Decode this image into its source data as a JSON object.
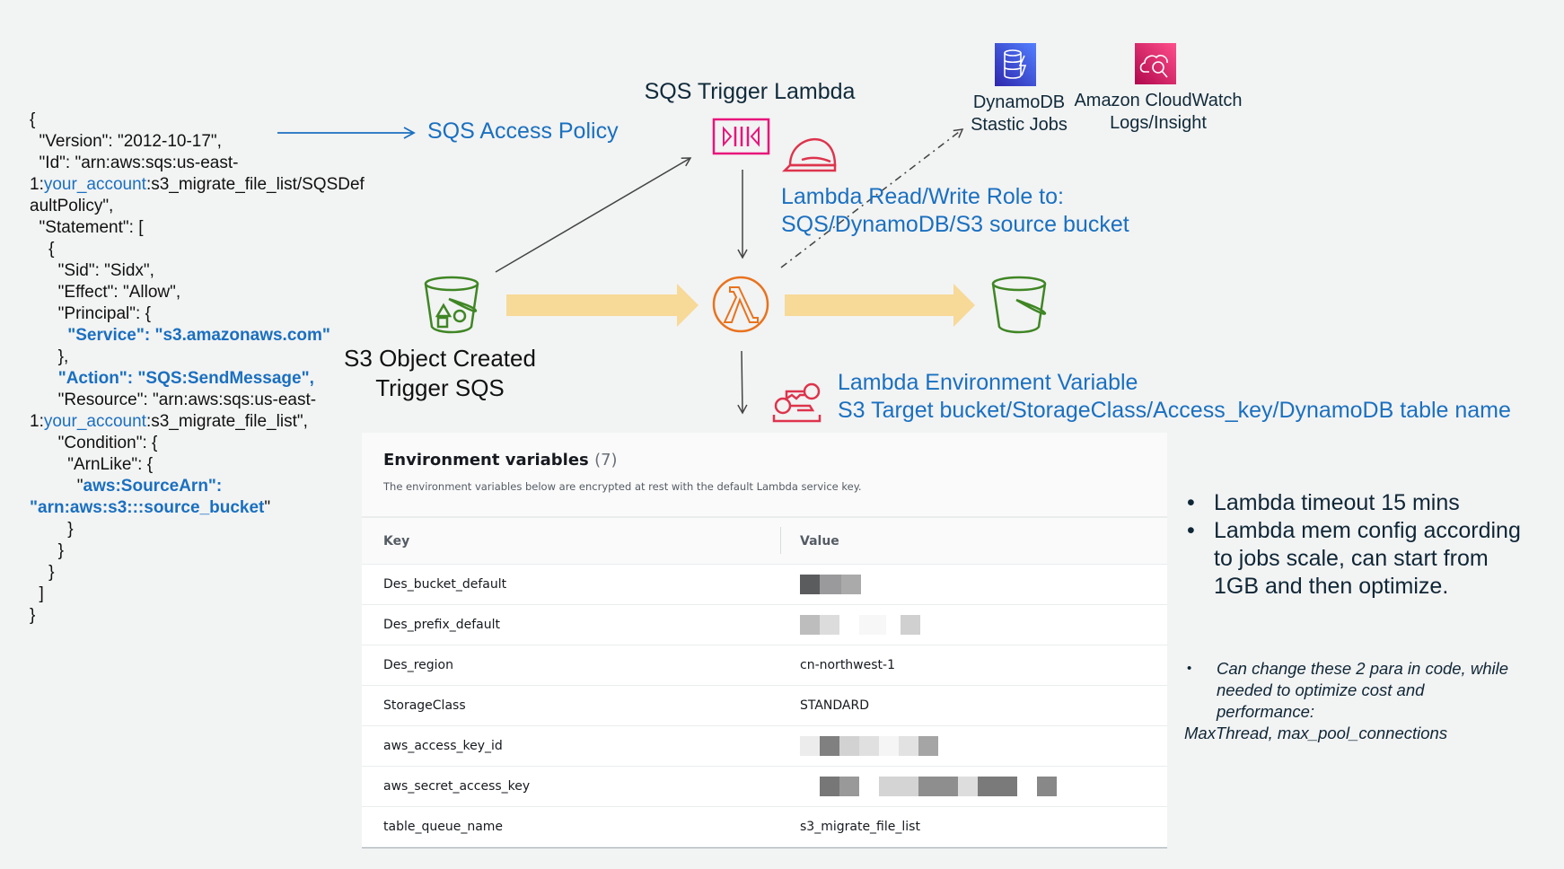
{
  "policy": {
    "lines": [
      [
        {
          "t": "{"
        }
      ],
      [
        {
          "t": "  \"Version\": \"2012-10-17\","
        }
      ],
      [
        {
          "t": "  \"Id\": \"arn:aws:sqs:us-east-"
        }
      ],
      [
        {
          "t": "1:"
        },
        {
          "t": "your_account",
          "hl": "link"
        },
        {
          "t": ":s3_migrate_file_list/SQSDef"
        }
      ],
      [
        {
          "t": "aultPolicy\","
        }
      ],
      [
        {
          "t": "  \"Statement\": ["
        }
      ],
      [
        {
          "t": "    {"
        }
      ],
      [
        {
          "t": "      \"Sid\": \"Sidx\","
        }
      ],
      [
        {
          "t": "      \"Effect\": \"Allow\","
        }
      ],
      [
        {
          "t": "      \"Principal\": {"
        }
      ],
      [
        {
          "t": "        "
        },
        {
          "t": "\"Service\": \"s3.amazonaws.com\"",
          "hl": "bold"
        }
      ],
      [
        {
          "t": "      },"
        }
      ],
      [
        {
          "t": "      "
        },
        {
          "t": "\"Action\": \"SQS:SendMessage\",",
          "hl": "bold"
        }
      ],
      [
        {
          "t": "      \"Resource\": \"arn:aws:sqs:us-east-"
        }
      ],
      [
        {
          "t": "1:"
        },
        {
          "t": "your_account",
          "hl": "link"
        },
        {
          "t": ":s3_migrate_file_list\","
        }
      ],
      [
        {
          "t": "      \"Condition\": {"
        }
      ],
      [
        {
          "t": "        \"ArnLike\": {"
        }
      ],
      [
        {
          "t": "          \""
        },
        {
          "t": "aws:SourceArn\":",
          "hl": "bold"
        }
      ],
      [
        {
          "t": "\"arn:aws:s3:::source_bucket",
          "hl": "bold"
        },
        {
          "t": "\""
        }
      ],
      [
        {
          "t": "        }"
        }
      ],
      [
        {
          "t": "      }"
        }
      ],
      [
        {
          "t": "    }"
        }
      ],
      [
        {
          "t": "  ]"
        }
      ],
      [
        {
          "t": "}"
        }
      ]
    ]
  },
  "labels": {
    "sqs_access_policy": "SQS Access Policy",
    "sqs_trigger_lambda": "SQS Trigger Lambda",
    "role_line1": "Lambda Read/Write Role to:",
    "role_line2": "SQS/DynamoDB/S3 source bucket",
    "dynamodb_line1": "DynamoDB",
    "dynamodb_line2": "Stastic Jobs",
    "cloudwatch_line1": "Amazon CloudWatch",
    "cloudwatch_line2": "Logs/Insight",
    "s3_line1": "S3 Object Created",
    "s3_line2": "Trigger SQS",
    "env_line1": "Lambda Environment Variable",
    "env_line2": "S3 Target bucket/StorageClass/Access_key/DynamoDB table name"
  },
  "icons": {
    "sqs": "sqs-queue-icon",
    "lambda": "lambda-icon",
    "role": "iam-role-helmet-icon",
    "dynamodb": "dynamodb-icon",
    "cloudwatch": "cloudwatch-icon",
    "bucket": "s3-bucket-icon",
    "keys": "keys-icon"
  },
  "colors": {
    "accent_blue": "#1a70c0",
    "sqs_pink": "#e7157b",
    "lambda_orange": "#e8731e",
    "s3_green": "#3f8624",
    "arrow_yellow": "#f7d998",
    "iam_red": "#dd344c"
  },
  "env_table": {
    "title": "Environment variables",
    "count": "(7)",
    "subtitle": "The environment variables below are encrypted at rest with the default Lambda service key.",
    "col_key": "Key",
    "col_value": "Value",
    "rows": [
      {
        "key": "Des_bucket_default",
        "value": null,
        "redacted": true
      },
      {
        "key": "Des_prefix_default",
        "value": null,
        "redacted": true
      },
      {
        "key": "Des_region",
        "value": "cn-northwest-1"
      },
      {
        "key": "StorageClass",
        "value": "STANDARD"
      },
      {
        "key": "aws_access_key_id",
        "value": null,
        "redacted": true
      },
      {
        "key": "aws_secret_access_key",
        "value": null,
        "redacted": true
      },
      {
        "key": "table_queue_name",
        "value": "s3_migrate_file_list"
      }
    ]
  },
  "bullets": [
    {
      "lines": [
        "Lambda timeout 15 mins"
      ]
    },
    {
      "lines": [
        "Lambda mem config according",
        "to jobs scale, can start from",
        "1GB and then optimize."
      ]
    }
  ],
  "note": {
    "lines": [
      "Can change these 2 para in code, while",
      "needed to optimize cost and",
      "performance:"
    ],
    "params": "MaxThread, max_pool_connections"
  }
}
